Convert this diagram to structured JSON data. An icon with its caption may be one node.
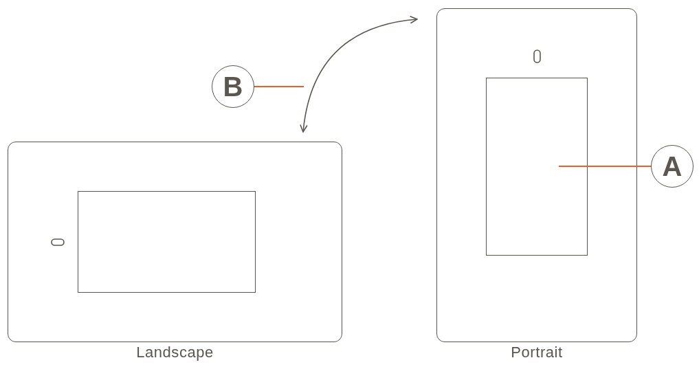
{
  "diagram": {
    "nodes": [
      {
        "text": [],
        "shape": "box",
        "beside": [
          "Landscape"
        ]
      },
      {
        "text": [],
        "shape": "box",
        "in": 0
      },
      {
        "text": [],
        "shape": "box",
        "beside": [
          "Portrait"
        ]
      },
      {
        "text": [],
        "shape": "box",
        "in": 2
      },
      {
        "text": [
          "B"
        ]
      },
      {
        "text": [
          "A"
        ]
      }
    ],
    "edges": [
      {
        "from": 0,
        "to": 2,
        "arrow": "both",
        "color": "#5b5650"
      },
      {
        "from": 4,
        "to": null,
        "arrow": "none",
        "color": "#e8602c"
      },
      {
        "from": 5,
        "to": 3,
        "arrow": "none",
        "color": "#e8602c"
      }
    ]
  }
}
